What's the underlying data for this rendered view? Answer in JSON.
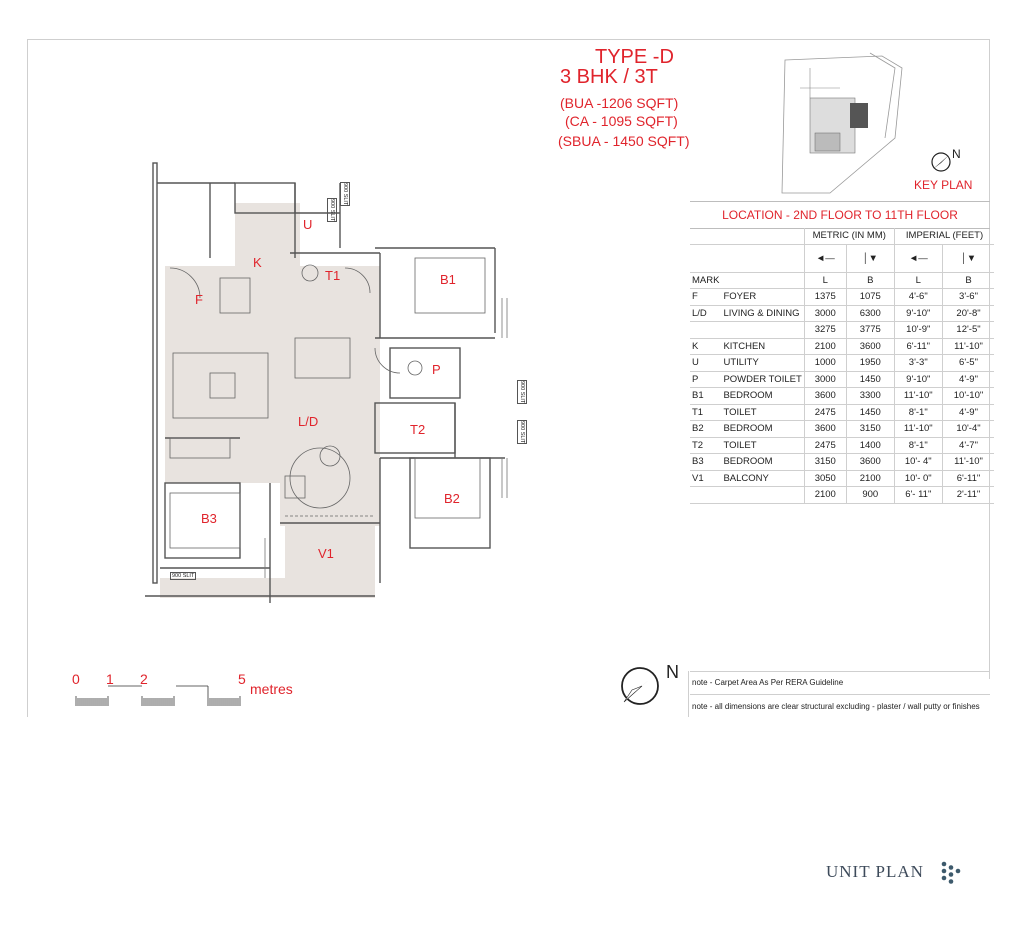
{
  "header": {
    "type": "TYPE -D",
    "config": "3 BHK / 3T",
    "bua": "(BUA -1206 SQFT)",
    "ca": "(CA - 1095 SQFT)",
    "sbua": "(SBUA - 1450 SQFT)"
  },
  "key_plan": {
    "label": "KEY PLAN",
    "north": "N"
  },
  "location": "LOCATION - 2ND FLOOR TO 11TH FLOOR",
  "table": {
    "metric_header": "METRIC (IN MM)",
    "imperial_header": "IMPERIAL (FEET)",
    "mark_header": "MARK",
    "l": "L",
    "b": "B",
    "rows": [
      {
        "mark": "F",
        "name": "FOYER",
        "ml": "1375",
        "mb": "1075",
        "il": "4'-6\"",
        "ib": "3'-6\""
      },
      {
        "mark": "L/D",
        "name": "LIVING & DINING",
        "ml": "3000",
        "mb": "6300",
        "il": "9'-10\"",
        "ib": "20'-8\""
      },
      {
        "mark": "",
        "name": "",
        "ml": "3275",
        "mb": "3775",
        "il": "10'-9\"",
        "ib": "12'-5\""
      },
      {
        "mark": "K",
        "name": "KITCHEN",
        "ml": "2100",
        "mb": "3600",
        "il": "6'-11\"",
        "ib": "11'-10\""
      },
      {
        "mark": "U",
        "name": "UTILITY",
        "ml": "1000",
        "mb": "1950",
        "il": "3'-3\"",
        "ib": "6'-5\""
      },
      {
        "mark": "P",
        "name": "POWDER TOILET",
        "ml": "3000",
        "mb": "1450",
        "il": "9'-10\"",
        "ib": "4'-9\""
      },
      {
        "mark": "B1",
        "name": "BEDROOM",
        "ml": "3600",
        "mb": "3300",
        "il": "11'-10\"",
        "ib": "10'-10\""
      },
      {
        "mark": "T1",
        "name": "TOILET",
        "ml": "2475",
        "mb": "1450",
        "il": "8'-1\"",
        "ib": "4'-9\""
      },
      {
        "mark": "B2",
        "name": "BEDROOM",
        "ml": "3600",
        "mb": "3150",
        "il": "11'-10\"",
        "ib": "10'-4\""
      },
      {
        "mark": "T2",
        "name": "TOILET",
        "ml": "2475",
        "mb": "1400",
        "il": "8'-1\"",
        "ib": "4'-7\""
      },
      {
        "mark": "B3",
        "name": "BEDROOM",
        "ml": "3150",
        "mb": "3600",
        "il": "10'- 4\"",
        "ib": "11'-10\""
      },
      {
        "mark": "V1",
        "name": "BALCONY",
        "ml": "3050",
        "mb": "2100",
        "il": "10'- 0\"",
        "ib": "6'-11\""
      },
      {
        "mark": "",
        "name": "",
        "ml": "2100",
        "mb": "900",
        "il": "6'- 11\"",
        "ib": "2'-11\""
      }
    ]
  },
  "rooms": {
    "k": "K",
    "u": "U",
    "t1": "T1",
    "b1": "B1",
    "f": "F",
    "p": "P",
    "ld": "L/D",
    "t2": "T2",
    "b2": "B2",
    "b3": "B3",
    "v1": "V1"
  },
  "window_tags": [
    "900 SLIT",
    "900 SLIT",
    "900 SLIT",
    "900 SLIT",
    "900 SLIT"
  ],
  "scale": {
    "n0": "0",
    "n1": "1",
    "n2": "2",
    "n5": "5",
    "unit": "metres"
  },
  "north": "N",
  "notes": [
    "note - Carpet Area As Per RERA Guideline",
    "note - all dimensions are clear structural excluding - plaster / wall putty or finishes"
  ],
  "brand": "UNIT PLAN",
  "colors": {
    "accent_red": "#e0242c",
    "floor_fill": "#e8e3df",
    "brand_blue": "#3d5a6c"
  }
}
